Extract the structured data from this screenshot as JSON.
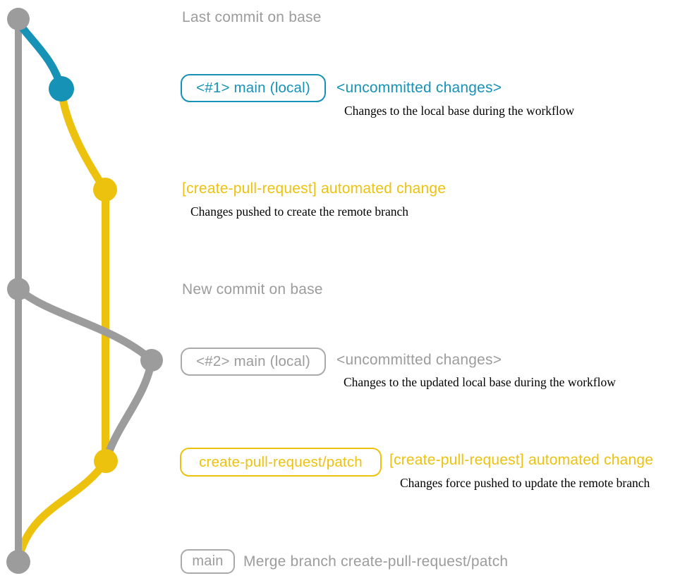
{
  "colors": {
    "gray": "#9c9c9c",
    "teal": "#1592b6",
    "yellow": "#edc20f",
    "description_text": "#000000",
    "background": "#ffffff"
  },
  "diagram": {
    "type": "git-branch-graph",
    "branches": [
      {
        "name": "base",
        "color_key": "gray"
      },
      {
        "name": "local-main",
        "color_key": "teal"
      },
      {
        "name": "create-pull-request/patch",
        "color_key": "yellow"
      }
    ],
    "annotations": {
      "last_commit": "Last commit on base",
      "row1": {
        "box_label": "<#1> main (local)",
        "tag": "<uncommitted changes>",
        "description": "Changes to the local base during the workflow"
      },
      "row2": {
        "title": "[create-pull-request] automated change",
        "description": "Changes pushed to create the remote branch"
      },
      "new_commit": "New commit on base",
      "row3": {
        "box_label": "<#2> main (local)",
        "tag": "<uncommitted changes>",
        "description": "Changes to the updated local base during the workflow"
      },
      "row4": {
        "box_label": "create-pull-request/patch",
        "title": "[create-pull-request] automated change",
        "description": "Changes force pushed to update the remote branch"
      },
      "row5": {
        "box_label": "main",
        "text": "Merge branch create-pull-request/patch"
      }
    }
  }
}
